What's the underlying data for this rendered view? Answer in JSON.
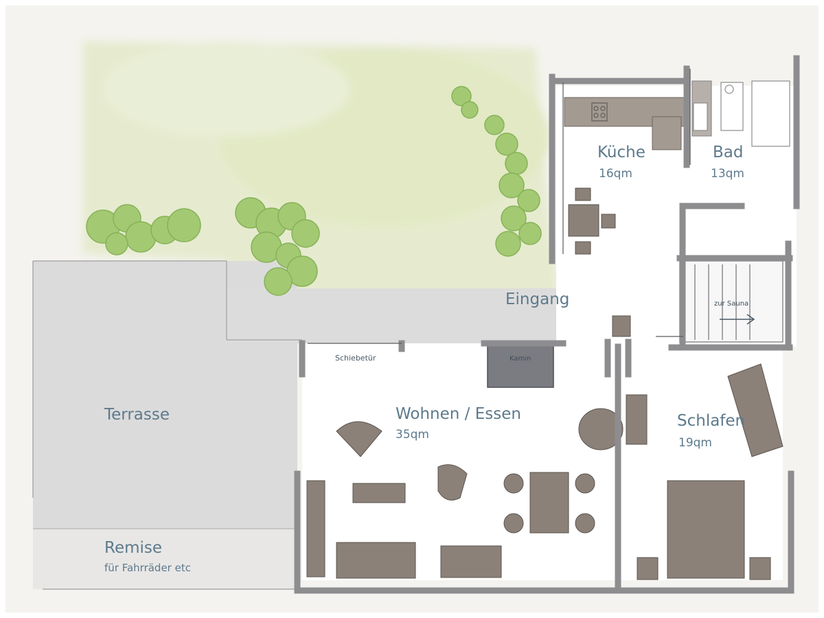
{
  "rooms": {
    "kueche": {
      "name": "Küche",
      "area": "16qm"
    },
    "bad": {
      "name": "Bad",
      "area": "13qm"
    },
    "eingang": {
      "name": "Eingang"
    },
    "wohnen": {
      "name": "Wohnen / Essen",
      "area": "35qm"
    },
    "schlafen": {
      "name": "Schlafen",
      "area": "19qm"
    },
    "terrasse": {
      "name": "Terrasse"
    },
    "remise": {
      "name": "Remise",
      "sub": "für Fahrräder etc"
    }
  },
  "features": {
    "schiebetuer": "Schiebetür",
    "kamin": "Kamin",
    "sauna": "zur Sauna"
  },
  "colors": {
    "paper": "#f4f3ef",
    "lawn": "#e7ecd2",
    "paving": "#dcdbdb",
    "wall": "#8d8d90",
    "furniture": "#8b8178",
    "fireplace": "#7a7c82",
    "shrub": "#9ec66f",
    "label": "#5d7a8c"
  }
}
